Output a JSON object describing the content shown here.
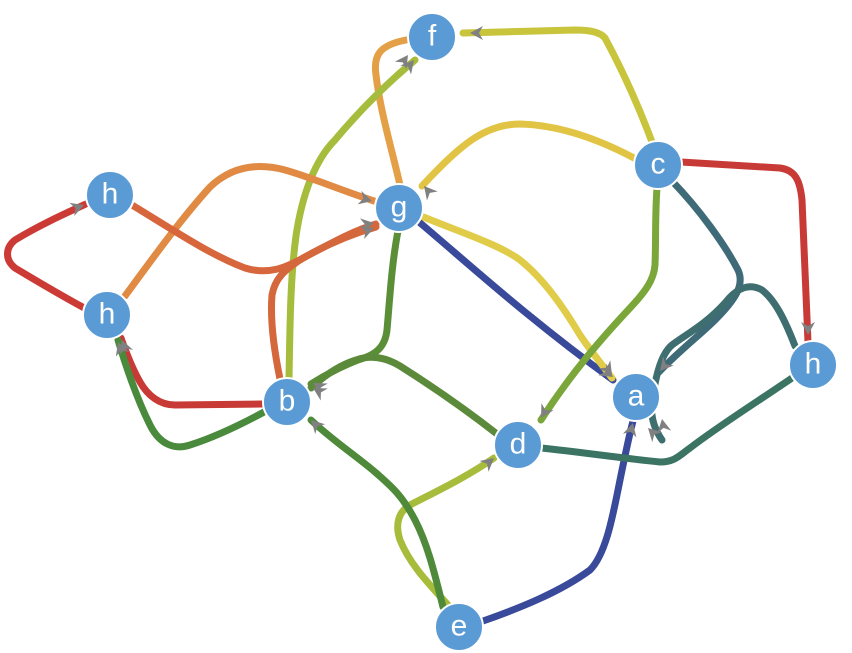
{
  "nodes": [
    {
      "id": "f",
      "label": "f"
    },
    {
      "id": "c",
      "label": "c"
    },
    {
      "id": "g",
      "label": "g"
    },
    {
      "id": "h1",
      "label": "h"
    },
    {
      "id": "h2",
      "label": "h"
    },
    {
      "id": "h3",
      "label": "h"
    },
    {
      "id": "b",
      "label": "b"
    },
    {
      "id": "a",
      "label": "a"
    },
    {
      "id": "d",
      "label": "d"
    },
    {
      "id": "e",
      "label": "e"
    }
  ],
  "edges": [
    {
      "from": "c",
      "to": "f",
      "color": "#c8c43c"
    },
    {
      "from": "g",
      "to": "f",
      "color": "#e3a046"
    },
    {
      "from": "b",
      "to": "f",
      "color": "#a6bc3c"
    },
    {
      "from": "c",
      "to": "g",
      "color": "#e2c445"
    },
    {
      "from": "h2",
      "to": "g",
      "color": "#e08a44"
    },
    {
      "from": "h1",
      "to": "g",
      "color": "#d7663c"
    },
    {
      "from": "b",
      "to": "g",
      "color": "#d4683c"
    },
    {
      "from": "h2",
      "to": "h1",
      "color": "#cc3a36"
    },
    {
      "from": "b",
      "to": "h2",
      "color": "#c83a36"
    },
    {
      "from": "g",
      "to": "b",
      "color": "#5a8f38"
    },
    {
      "from": "g",
      "to": "a",
      "color": "#3a4a9a"
    },
    {
      "from": "g",
      "to": "a",
      "color": "#e0cc48"
    },
    {
      "from": "c",
      "to": "h3",
      "color": "#c83a36"
    },
    {
      "from": "c",
      "to": "a",
      "color": "#3f6a78"
    },
    {
      "from": "h3",
      "to": "a",
      "color": "#3f6e70"
    },
    {
      "from": "c",
      "to": "d",
      "color": "#7aa63a"
    },
    {
      "from": "e",
      "to": "a",
      "color": "#3a4a9a"
    },
    {
      "from": "d",
      "to": "a",
      "color": "#3c7464"
    },
    {
      "from": "e",
      "to": "d",
      "color": "#a8bc3c"
    },
    {
      "from": "e",
      "to": "b",
      "color": "#4e8a3a"
    },
    {
      "from": "d",
      "to": "b",
      "color": "#5a8a3a"
    },
    {
      "from": "b",
      "to": "h2",
      "color": "#4a8a3c"
    }
  ],
  "node_color": "#5b9bd5",
  "node_stroke": "#ffffff",
  "arrow_color": "#808080"
}
